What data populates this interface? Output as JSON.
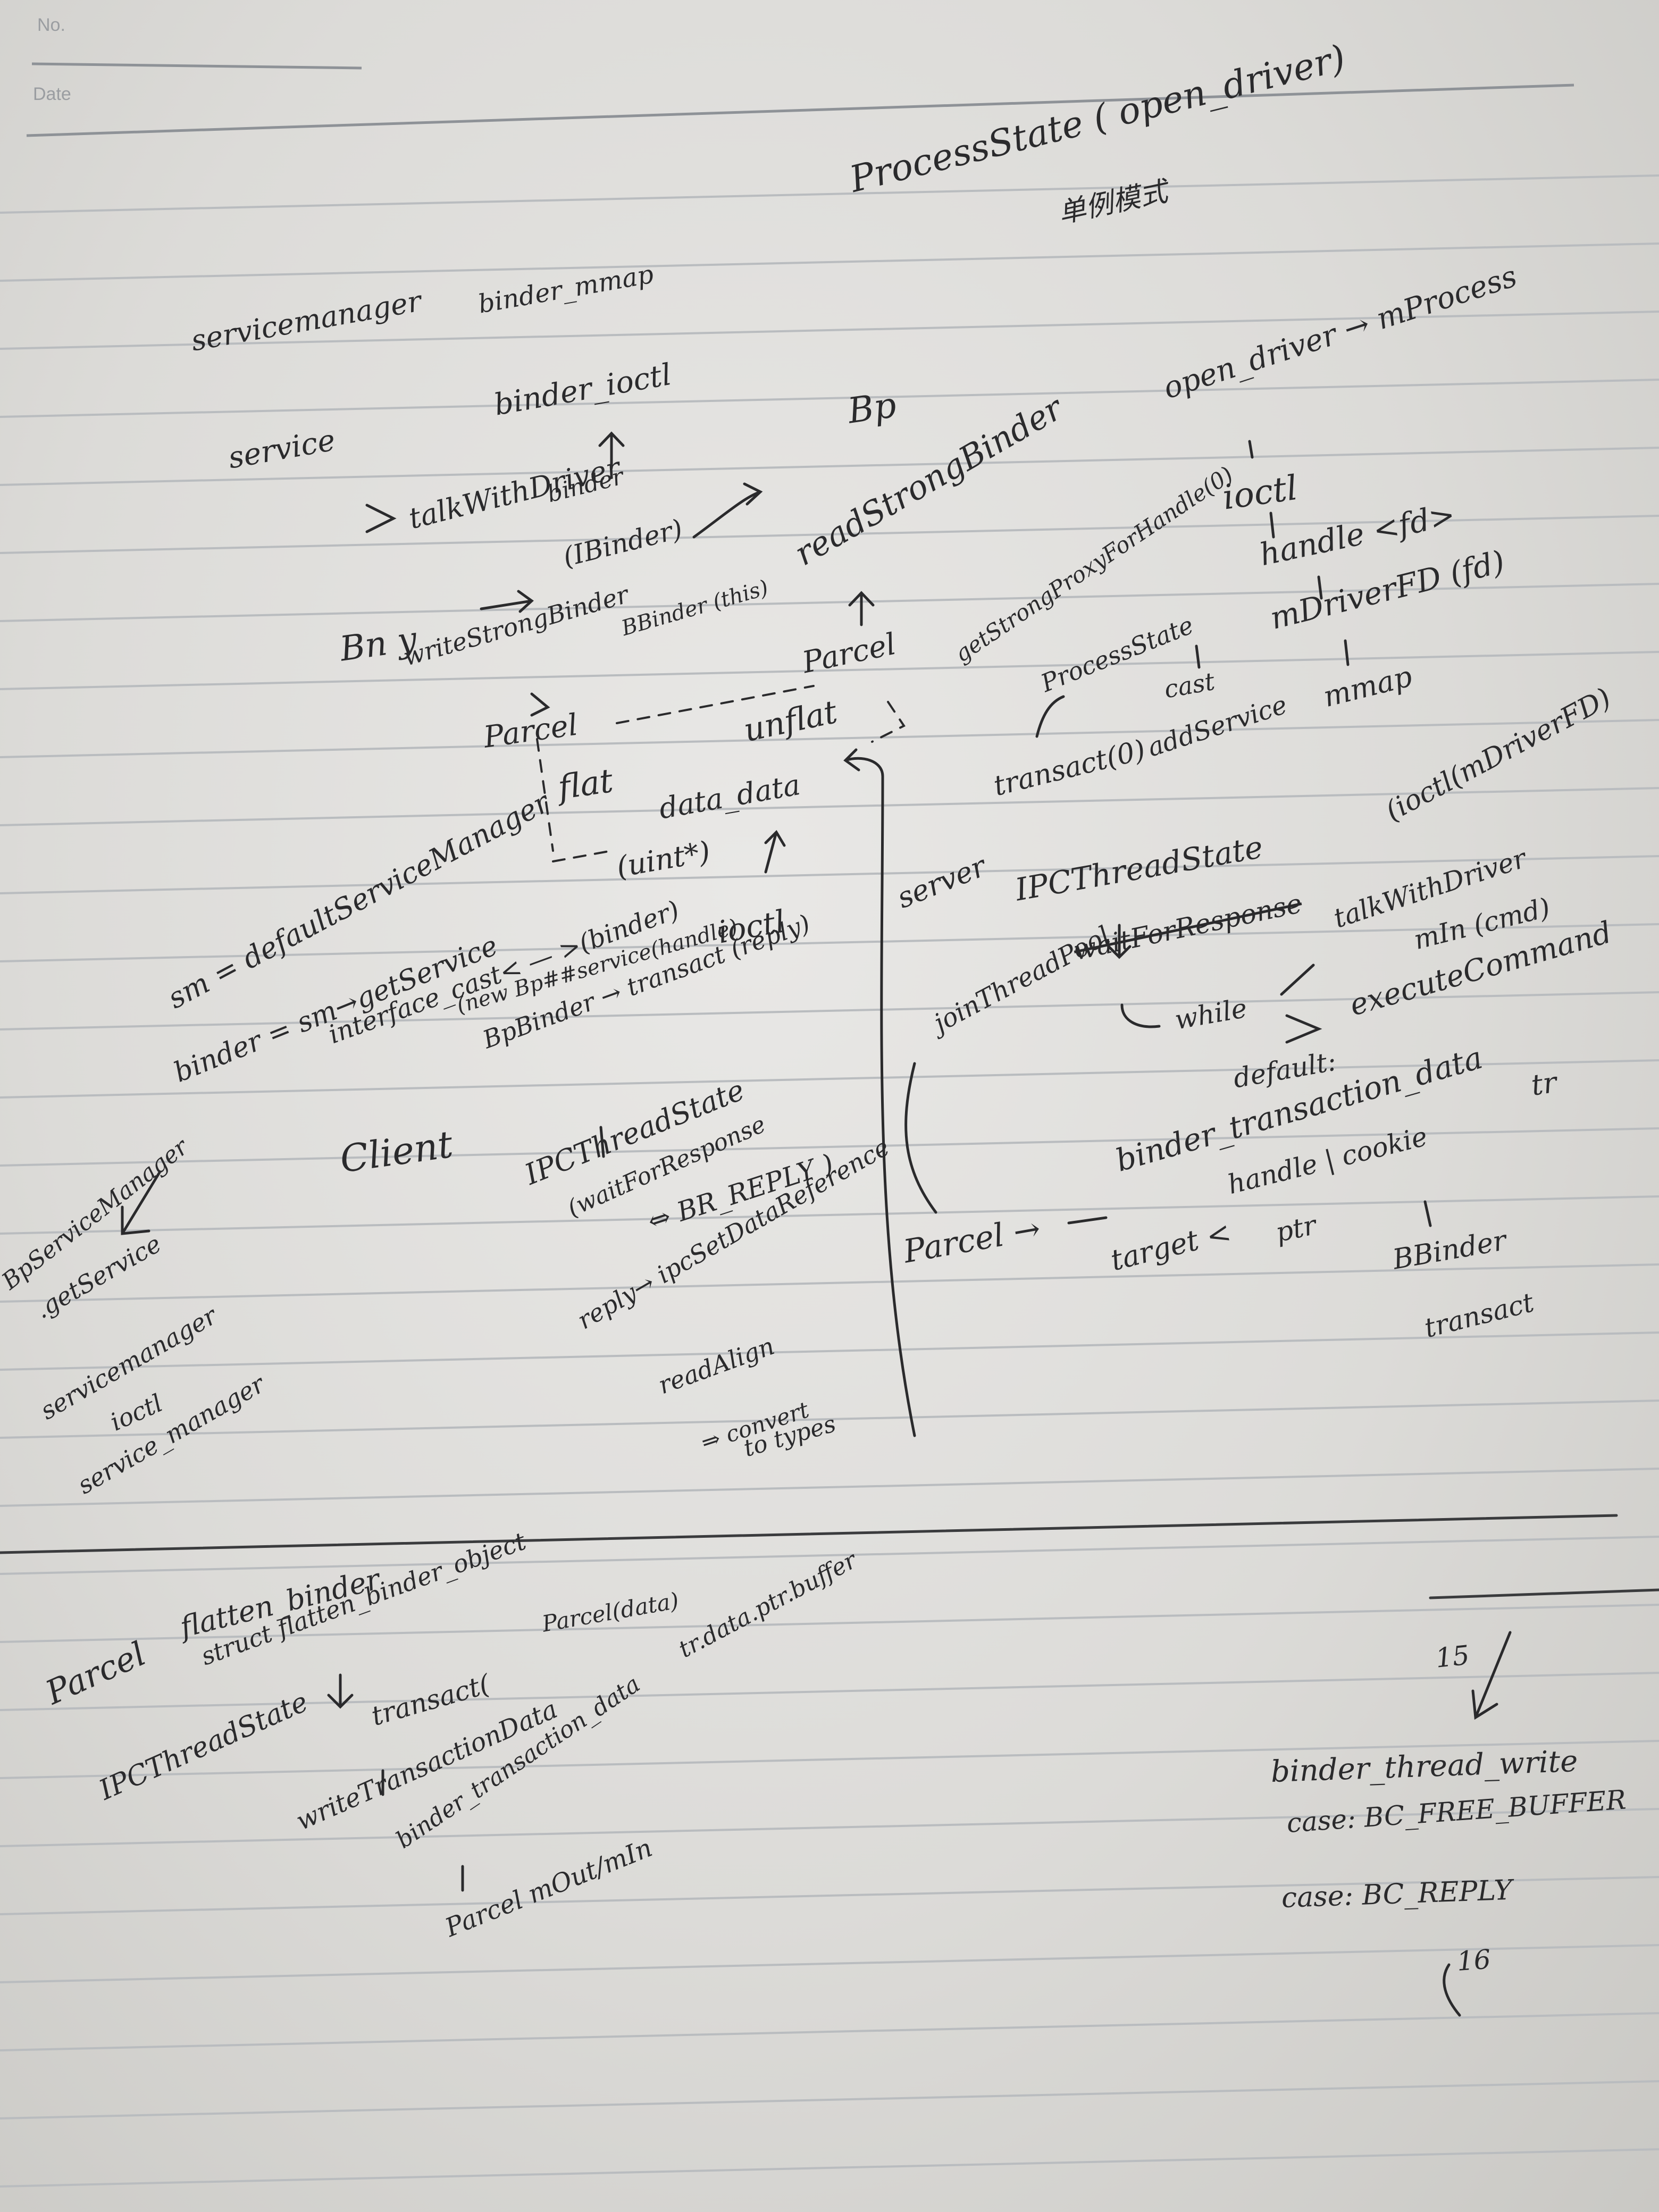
{
  "header": {
    "no_label": "No.",
    "date_label": "Date"
  },
  "ink_color": "#2a2a2c",
  "paper_color": "#e6e5e2",
  "rule_color": "#b9bcbf",
  "notes": {
    "process_state": "ProcessState ( open_driver)",
    "process_state_cn": "单例模式",
    "servicemanager": "servicemanager",
    "binder_mmap": "binder_mmap",
    "binder_ioctl": "binder_ioctl",
    "service": "service",
    "bp_top": "Bp",
    "talk_with_driver": "talkWithDriver",
    "cn_binder": "binder",
    "ibinder": "(IBinder)",
    "read_strong_binder": "readStrongBinder",
    "bn_y": "Bn y",
    "write_strong_binder": "writeStrongBinder",
    "bbinder_this": "BBinder (this)",
    "parcel_right": "Parcel",
    "parcel_left": "Parcel",
    "flat": "flat",
    "unflat": "unflat",
    "data_data": "data_data",
    "uint": "(uint*)",
    "open_driver": "open_driver → mProcess",
    "ioctl_right": "ioctl",
    "handle_fd": "handle <fd>",
    "mdriverfd": "mDriverFD (fd)",
    "mmap": "mmap",
    "get_strong_proxy": "getStrongProxyForHandle(0)",
    "process_state_small": "ProcessState",
    "cast": "cast",
    "add_service": "addService",
    "transact0": "transact(0)",
    "server": "server",
    "ipc_thread_state": "IPCThreadState",
    "join_thread_pool": "joinThreadPool",
    "wait_for_response_struck": "waitForResponse",
    "while": "while",
    "ioctl_mdriverfd": "(ioctl(mDriverFD)",
    "talk_with_driver2": "talkWithDriver",
    "min_cmd": "mIn (cmd)",
    "execute_command": "executeCommand",
    "default": "default:",
    "tr": "tr",
    "binder_transaction_data": "binder_transaction_data",
    "target": "target <",
    "handle_ptr": "handle | cookie",
    "ptr": "ptr",
    "bbinder": "BBinder",
    "transact_bottom": "transact",
    "parcel_arrow": "Parcel →",
    "sm_default": "sm = defaultServiceManager",
    "binder_sm": "binder = sm→getService",
    "interface_cast": "interface_cast< — >(binder)",
    "ioctl_mid": "ioctl",
    "new_bp": "(new Bp##service(handle)",
    "bp_binder": "BpBinder → transact (reply)",
    "client": "Client",
    "ipc_thread_state2": "IPCThreadState",
    "wait_for_response": "(waitForResponse",
    "br_reply": "⇔ BR_REPLY )",
    "reply_ipc": "reply→ ipcSetDataReference",
    "read_align": "readAlign",
    "convert": "⇒ convert",
    "types": "to types",
    "bp_service_manager": "BpServiceManager",
    "get_service": ".getService",
    "service_manager_left": "servicemanager",
    "ioctl_left": "ioctl",
    "service_manager_c": "service_manager",
    "parcel_bottom": "Parcel",
    "flatten_binder": "flatten_binder",
    "struct_flatten": "struct flatten_binder_object",
    "parcel_data": "Parcel(data)",
    "ipc_thread_state3": "IPCThreadState",
    "transact_c": "transact(",
    "write_transaction_data": "writeTransactionData",
    "binder_transaction_data2": "binder_transaction_data",
    "tr_data_ptr": "tr.data.ptr.buffer",
    "parcel_mout": "Parcel  mOut/mIn",
    "fifteen": "15",
    "binder_thread_write": "binder_thread_write",
    "case_free": "case: BC_FREE_BUFFER",
    "case_reply": "case: BC_REPLY",
    "sixteen": "16"
  }
}
